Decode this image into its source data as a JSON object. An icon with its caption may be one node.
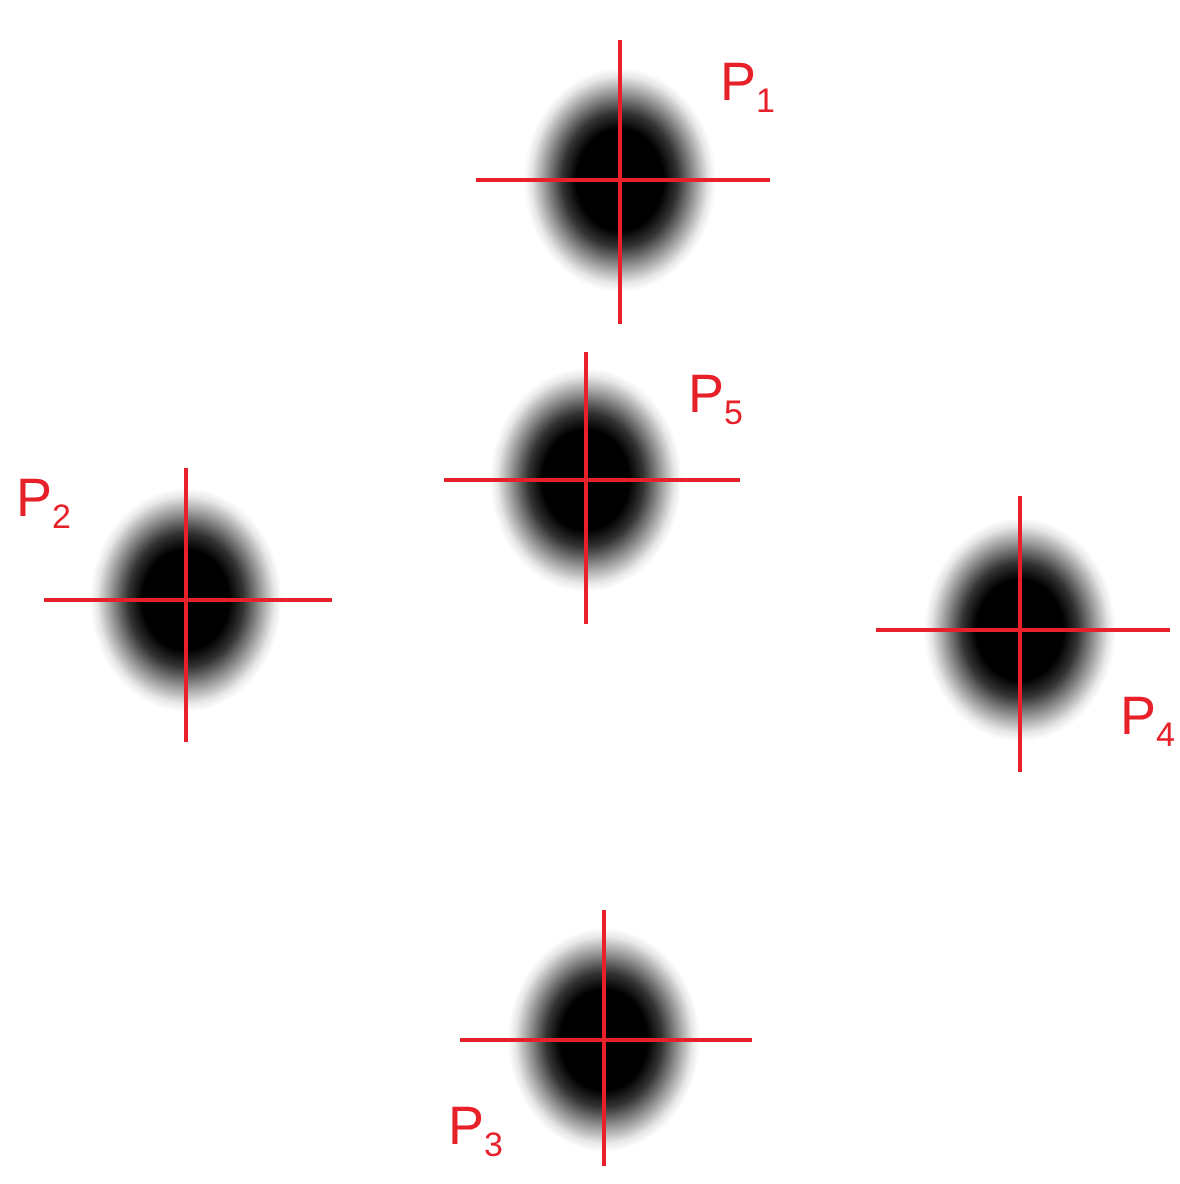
{
  "diagram": {
    "nodes": [
      {
        "text": [],
        "shape": "circle",
        "beside": [
          "P$_{1}$"
        ]
      },
      {
        "text": [],
        "shape": "circle",
        "beside": [
          "P$_{5}$"
        ]
      },
      {
        "text": [],
        "shape": "circle",
        "beside": [
          "P$_{2}$"
        ]
      },
      {
        "text": [],
        "shape": "circle",
        "beside": [
          "P$_{4}$"
        ]
      },
      {
        "text": [],
        "shape": "circle",
        "beside": [
          "P$_{3}$"
        ]
      }
    ]
  }
}
